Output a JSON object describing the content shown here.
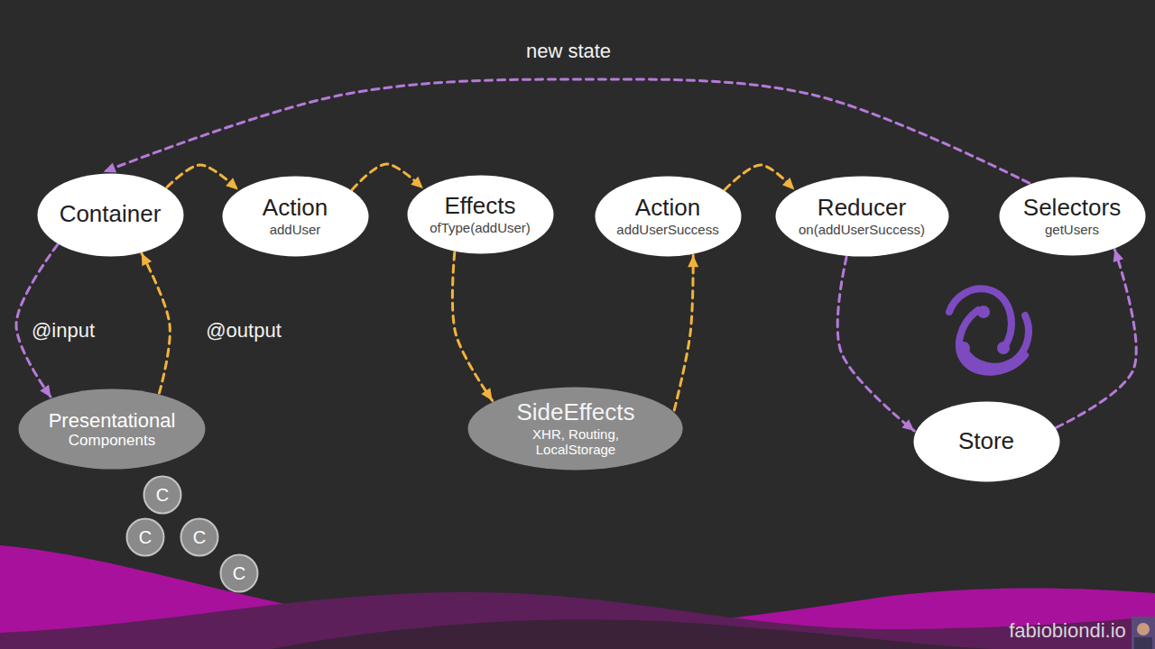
{
  "diagram": {
    "nodes": [
      {
        "text": [
          "Container"
        ]
      },
      {
        "text": [
          "Action",
          "addUser"
        ]
      },
      {
        "text": [
          "Effects",
          "ofType(addUser)"
        ]
      },
      {
        "text": [
          "Action",
          "addUserSuccess"
        ]
      },
      {
        "text": [
          "Reducer",
          "on(addUserSuccess)"
        ]
      },
      {
        "text": [
          "Selectors",
          "getUsers"
        ]
      },
      {
        "text": [
          "Presentational",
          "Components"
        ]
      },
      {
        "text": [
          "SideEffects",
          "XHR, Routing, LocalStorage"
        ]
      },
      {
        "text": [
          "Store"
        ]
      },
      {
        "text": [
          "C"
        ]
      },
      {
        "text": [
          "C"
        ]
      },
      {
        "text": [
          "C"
        ]
      },
      {
        "text": [
          "C"
        ]
      }
    ],
    "edges": [
      {
        "from": 0,
        "to": 1,
        "arrow": "to"
      },
      {
        "from": 1,
        "to": 2,
        "arrow": "to"
      },
      {
        "from": 2,
        "to": 7,
        "arrow": "to"
      },
      {
        "from": 7,
        "to": 3,
        "arrow": "to"
      },
      {
        "from": 3,
        "to": 4,
        "arrow": "to"
      },
      {
        "from": 4,
        "to": 8,
        "arrow": "to"
      },
      {
        "from": 8,
        "to": 5,
        "arrow": "to"
      },
      {
        "from": 5,
        "to": 0,
        "label": "new state",
        "arrow": "to"
      },
      {
        "from": 0,
        "to": 6,
        "label": "@input",
        "arrow": "to"
      },
      {
        "from": 6,
        "to": 0,
        "label": "@output",
        "arrow": "to"
      }
    ],
    "labels": [
      "fabiobiondi.io"
    ]
  }
}
